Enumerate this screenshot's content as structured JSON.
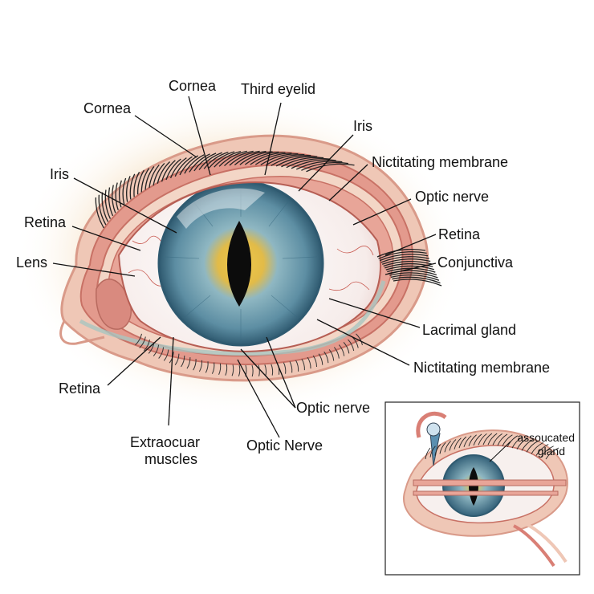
{
  "labels": {
    "cornea_top": "Cornea",
    "third_eyelid": "Third eyelid",
    "cornea_left": "Cornea",
    "iris_top": "Iris",
    "nictitating_top": "Nictitating membrane",
    "iris_left": "Iris",
    "optic_nerve_right": "Optic nerve",
    "retina_left": "Retina",
    "retina_right": "Retina",
    "lens": "Lens",
    "conjunctiva": "Conjunctiva",
    "lacrimal_gland": "Lacrimal gland",
    "nictitating_bottom": "Nictitating membrane",
    "optic_nerve_bottom": "Optic nerve",
    "retina_bottom": "Retina",
    "extraocular_line1": "Extraocuar",
    "extraocular_line2": "muscles",
    "optic_nerve_caps": "Optic Nerve"
  },
  "inset": {
    "label_line1": "assoucated",
    "label_line2": "gland"
  },
  "colors": {
    "iris_outer": "#3f6f86",
    "iris_mid": "#7fa9b8",
    "iris_gold": "#d9b441",
    "pupil": "#0c0c0c",
    "lid_outer": "#e6b5a4",
    "lid_pink": "#d9877d",
    "sclera": "#f7f0ee",
    "glow": "#f6e3c8"
  }
}
